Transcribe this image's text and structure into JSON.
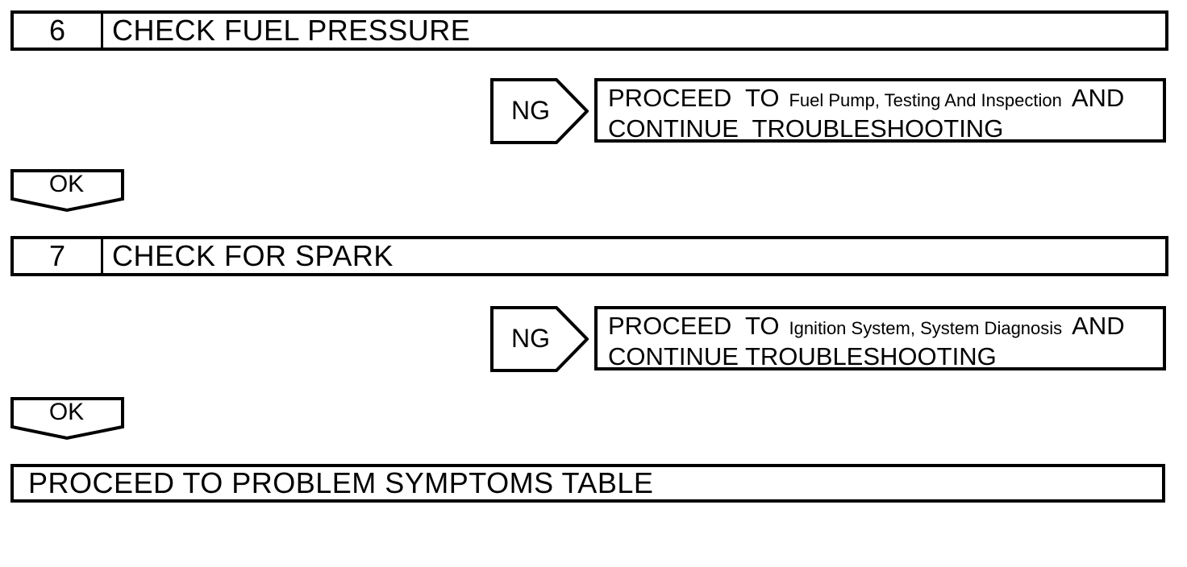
{
  "colors": {
    "background": "#ffffff",
    "line": "#000000"
  },
  "diagram": {
    "steps": [
      {
        "number": "6",
        "title": "CHECK FUEL PRESSURE",
        "ng_label": "NG",
        "ng_action": {
          "lead": "PROCEED  TO",
          "reference": "Fuel Pump, Testing And Inspection",
          "tail": "AND",
          "line2": "CONTINUE  TROUBLESHOOTING"
        },
        "ok_label": "OK"
      },
      {
        "number": "7",
        "title": "CHECK FOR SPARK",
        "ng_label": "NG",
        "ng_action": {
          "lead": "PROCEED  TO",
          "reference": "Ignition System, System Diagnosis",
          "tail": "AND",
          "line2": "CONTINUE TROUBLESHOOTING"
        },
        "ok_label": "OK"
      }
    ],
    "footer": "PROCEED TO PROBLEM SYMPTOMS TABLE"
  }
}
